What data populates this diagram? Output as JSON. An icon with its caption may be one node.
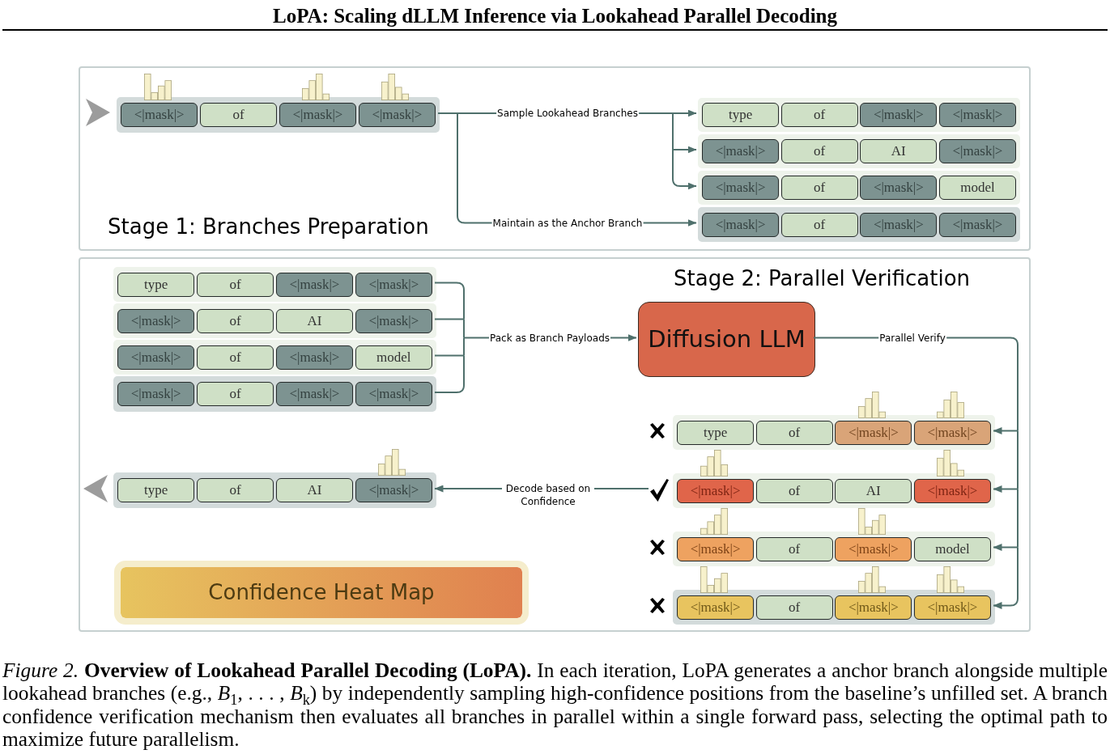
{
  "diagram": {
    "title": "LoPA: Scaling dLLM Inference via Lookahead Parallel Decoding",
    "caption": "*Figure 2.* **Overview of Lookahead Parallel Decoding (LoPA).** In each iteration, LoPA generates a anchor branch alongside multiple lookahead branches (e.g., *B*$_{1}$, . . . , *B*$_{k}$) by independently sampling high-confidence positions from the baseline’s unfilled set. A branch confidence verification mechanism then evaluates all branches in parallel within a single forward pass, selecting the optimal path to maximize future parallelism.",
    "nodes": [
      {
        "text": [
          "Stage 1: Branches Preparation"
        ]
      },
      {
        "text": [],
        "shape": "box",
        "in": 0
      },
      {
        "text": [
          "<|mask|>"
        ],
        "in": 1
      },
      {
        "text": [
          "of"
        ],
        "in": 1
      },
      {
        "text": [
          "<|mask|>"
        ],
        "in": 1
      },
      {
        "text": [
          "<|mask|>"
        ],
        "in": 1
      },
      {
        "text": [],
        "shape": "box",
        "in": 0
      },
      {
        "text": [
          "type"
        ],
        "in": 6
      },
      {
        "text": [
          "of"
        ],
        "in": 6
      },
      {
        "text": [
          "<|mask|>"
        ],
        "in": 6
      },
      {
        "text": [
          "<|mask|>"
        ],
        "in": 6
      },
      {
        "text": [],
        "shape": "box",
        "in": 0
      },
      {
        "text": [
          "<|mask|>"
        ],
        "in": 11
      },
      {
        "text": [
          "of"
        ],
        "in": 11
      },
      {
        "text": [
          "AI"
        ],
        "in": 11
      },
      {
        "text": [
          "<|mask|>"
        ],
        "in": 11
      },
      {
        "text": [],
        "shape": "box",
        "in": 0
      },
      {
        "text": [
          "<|mask|>"
        ],
        "in": 16
      },
      {
        "text": [
          "of"
        ],
        "in": 16
      },
      {
        "text": [
          "<|mask|>"
        ],
        "in": 16
      },
      {
        "text": [
          "model"
        ],
        "in": 16
      },
      {
        "text": [],
        "shape": "box",
        "in": 0
      },
      {
        "text": [
          "<|mask|>"
        ],
        "in": 21
      },
      {
        "text": [
          "of"
        ],
        "in": 21
      },
      {
        "text": [
          "<|mask|>"
        ],
        "in": 21
      },
      {
        "text": [
          "<|mask|>"
        ],
        "in": 21
      },
      {
        "text": [
          "Stage 2: Parallel Verification"
        ]
      },
      {
        "text": [],
        "shape": "box",
        "in": 26
      },
      {
        "text": [
          "type"
        ],
        "in": 27
      },
      {
        "text": [
          "of"
        ],
        "in": 27
      },
      {
        "text": [
          "<|mask|>"
        ],
        "in": 27
      },
      {
        "text": [
          "<|mask|>"
        ],
        "in": 27
      },
      {
        "text": [],
        "shape": "box",
        "in": 26
      },
      {
        "text": [
          "<|mask|>"
        ],
        "in": 32
      },
      {
        "text": [
          "of"
        ],
        "in": 32
      },
      {
        "text": [
          "AI"
        ],
        "in": 32
      },
      {
        "text": [
          "<|mask|>"
        ],
        "in": 32
      },
      {
        "text": [],
        "shape": "box",
        "in": 26
      },
      {
        "text": [
          "<|mask|>"
        ],
        "in": 37
      },
      {
        "text": [
          "of"
        ],
        "in": 37
      },
      {
        "text": [
          "<|mask|>"
        ],
        "in": 37
      },
      {
        "text": [
          "model"
        ],
        "in": 37
      },
      {
        "text": [],
        "shape": "box",
        "in": 26
      },
      {
        "text": [
          "<|mask|>"
        ],
        "in": 42
      },
      {
        "text": [
          "of"
        ],
        "in": 42
      },
      {
        "text": [
          "<|mask|>"
        ],
        "in": 42
      },
      {
        "text": [
          "<|mask|>"
        ],
        "in": 42
      },
      {
        "text": [
          "Diffusion LLM"
        ],
        "in": 26
      },
      {
        "text": [],
        "shape": "box",
        "in": 26
      },
      {
        "text": [
          "type"
        ],
        "in": 48
      },
      {
        "text": [
          "of"
        ],
        "in": 48
      },
      {
        "text": [
          "<|mask|>"
        ],
        "in": 48
      },
      {
        "text": [
          "<|mask|>"
        ],
        "in": 48
      },
      {
        "text": [],
        "shape": "box",
        "in": 26
      },
      {
        "text": [
          "<|mask|>"
        ],
        "in": 53
      },
      {
        "text": [
          "of"
        ],
        "in": 53
      },
      {
        "text": [
          "AI"
        ],
        "in": 53
      },
      {
        "text": [
          "<|mask|>"
        ],
        "in": 53
      },
      {
        "text": [],
        "shape": "check",
        "in": 26
      },
      {
        "text": [],
        "shape": "box",
        "in": 26
      },
      {
        "text": [
          "<|mask|>"
        ],
        "in": 59
      },
      {
        "text": [
          "of"
        ],
        "in": 59
      },
      {
        "text": [
          "<|mask|>"
        ],
        "in": 59
      },
      {
        "text": [
          "model"
        ],
        "in": 59
      },
      {
        "text": [],
        "shape": "box",
        "in": 26
      },
      {
        "text": [
          "<|mask|>"
        ],
        "in": 64
      },
      {
        "text": [
          "of"
        ],
        "in": 64
      },
      {
        "text": [
          "<|mask|>"
        ],
        "in": 64
      },
      {
        "text": [
          "<|mask|>"
        ],
        "in": 64
      },
      {
        "text": [],
        "shape": "box",
        "in": 26
      },
      {
        "text": [
          "type"
        ],
        "in": 69
      },
      {
        "text": [
          "of"
        ],
        "in": 69
      },
      {
        "text": [
          "AI"
        ],
        "in": 69
      },
      {
        "text": [
          "<|mask|>"
        ],
        "in": 69
      },
      {
        "text": [
          "Confidence Heat Map"
        ],
        "in": 26
      }
    ],
    "edges": [
      {
        "from": 1,
        "to": 6,
        "arrow": "to",
        "label": "Sample Lookahead Branches"
      },
      {
        "from": 1,
        "to": 11,
        "arrow": "to"
      },
      {
        "from": 1,
        "to": 16,
        "arrow": "to"
      },
      {
        "from": 1,
        "to": 21,
        "arrow": "to",
        "label": "Maintain as the Anchor Branch"
      },
      {
        "from": 27,
        "to": 47,
        "arrow": "to",
        "label": "Pack as Branch Payloads"
      },
      {
        "from": 32,
        "to": 47,
        "arrow": "to"
      },
      {
        "from": 37,
        "to": 47,
        "arrow": "to"
      },
      {
        "from": 42,
        "to": 47,
        "arrow": "to"
      },
      {
        "from": 47,
        "to": 48,
        "arrow": "to",
        "label": "Parallel Verify"
      },
      {
        "from": 47,
        "to": 53,
        "arrow": "to"
      },
      {
        "from": 47,
        "to": 59,
        "arrow": "to"
      },
      {
        "from": 47,
        "to": 64,
        "arrow": "to"
      },
      {
        "from": 58,
        "to": 69,
        "arrow": "to",
        "label": "Decode based on Confidence"
      }
    ]
  }
}
